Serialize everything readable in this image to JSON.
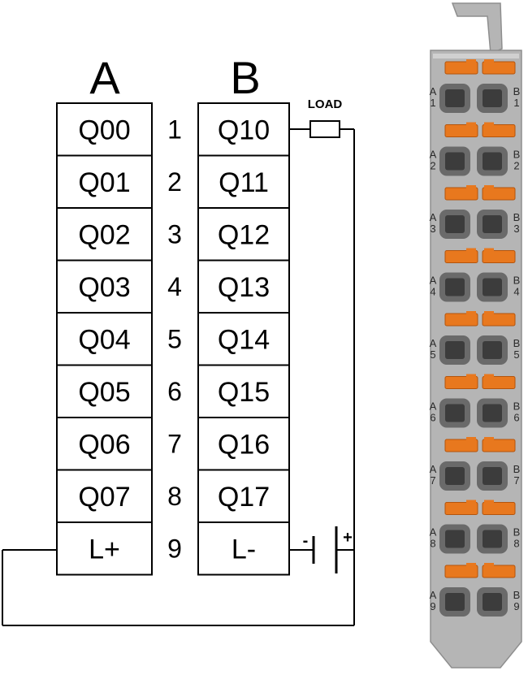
{
  "headers": {
    "a": "A",
    "b": "B"
  },
  "columnA": [
    "Q00",
    "Q01",
    "Q02",
    "Q03",
    "Q04",
    "Q05",
    "Q06",
    "Q07",
    "L+"
  ],
  "columnB": [
    "Q10",
    "Q11",
    "Q12",
    "Q13",
    "Q14",
    "Q15",
    "Q16",
    "Q17",
    "L-"
  ],
  "pinNumbers": [
    "1",
    "2",
    "3",
    "4",
    "5",
    "6",
    "7",
    "8",
    "9"
  ],
  "load_label": "LOAD",
  "battery": {
    "minus": "-",
    "plus": "+"
  },
  "connector": {
    "side_a": "A",
    "side_b": "B",
    "colors": {
      "body": "#b5b5b5",
      "body_dark": "#8e8e8e",
      "lever": "#e8781e",
      "hole": "#3c3c3c"
    }
  },
  "icons": [
    "load-resistor-icon",
    "battery-icon",
    "terminal-block-connector-icon"
  ]
}
